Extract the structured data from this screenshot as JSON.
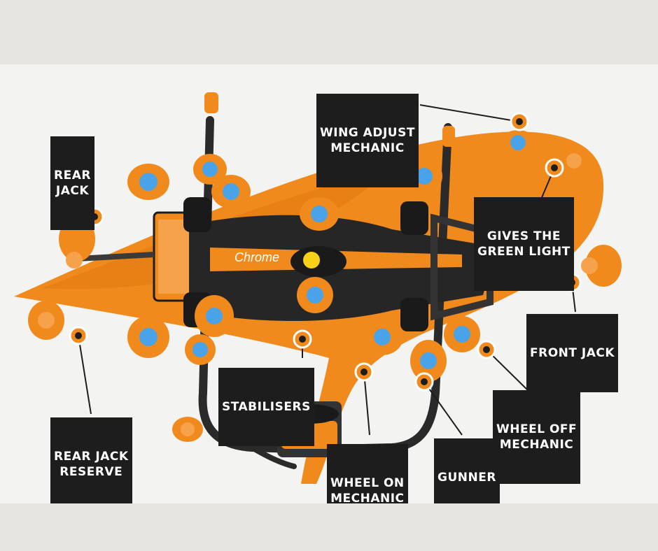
{
  "labels": {
    "rear_jack": [
      "REAR",
      "JACK"
    ],
    "wing_adjust": [
      "WING ADJUST",
      "MECHANIC"
    ],
    "gives_green": [
      "GIVES THE",
      "GREEN LIGHT"
    ],
    "front_jack": [
      "FRONT JACK"
    ],
    "stabilisers": [
      "STABILISERS"
    ],
    "wheel_off": [
      "WHEEL OFF",
      "MECHANIC"
    ],
    "rear_jack_reserve": [
      "REAR JACK",
      "RESERVE"
    ],
    "wheel_on": [
      "WHEEL ON",
      "MECHANIC"
    ],
    "gunner": [
      "GUNNER"
    ]
  },
  "car": {
    "livery_text": "Chrome"
  },
  "colors": {
    "papaya": "#f08a1c",
    "papaya_dark": "#d26a0a",
    "helmet": "#4aa3e8",
    "carbon": "#262626",
    "label_bg": "#1d1d1d",
    "marker_ring": "#ffffff",
    "arrow_yellow": "#f7d117"
  }
}
